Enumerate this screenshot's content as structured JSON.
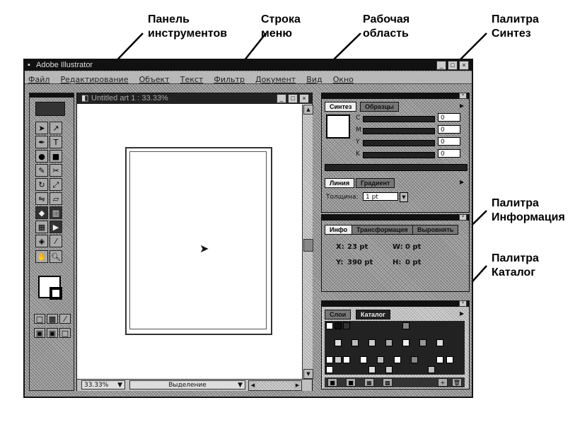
{
  "callouts": {
    "tools_panel": [
      "Панель",
      "инструментов"
    ],
    "menu_bar": [
      "Строка",
      "меню"
    ],
    "work_area": [
      "Рабочая",
      "область"
    ],
    "synthesis_palette": [
      "Палитра",
      "Синтез"
    ],
    "info_palette": [
      "Палитра",
      "Информация"
    ],
    "catalog_palette": [
      "Палитра",
      "Каталог"
    ]
  },
  "app": {
    "title": "Adobe Illustrator",
    "menu": [
      "Файл",
      "Редактирование",
      "Объект",
      "Текст",
      "Фильтр",
      "Документ",
      "Вид",
      "Окно"
    ]
  },
  "document": {
    "title": "Untitled art 1 : 33.33%",
    "zoom": "33.33%",
    "status": "Выделение"
  },
  "synthesis_panel": {
    "tabs": [
      "Синтез",
      "Образцы"
    ],
    "channels": [
      {
        "label": "C",
        "value": "0"
      },
      {
        "label": "M",
        "value": "0"
      },
      {
        "label": "Y",
        "value": "0"
      },
      {
        "label": "K",
        "value": "0"
      }
    ],
    "fill_color": "#ffffff"
  },
  "stroke_panel": {
    "tabs": [
      "Линия",
      "Градиент"
    ],
    "weight_label": "Толщина:",
    "weight_value": "1 pt"
  },
  "info_panel": {
    "tabs": [
      "Инфо",
      "Трансформация",
      "Выровнять"
    ],
    "x_label": "X:",
    "x_value": "23 pt",
    "y_label": "Y:",
    "y_value": "390 pt",
    "w_label": "W:",
    "w_value": "0 pt",
    "h_label": "H:",
    "h_value": "0 pt"
  },
  "catalog_panel": {
    "tabs": [
      "Слои",
      "Каталог"
    ]
  },
  "colors": {
    "titlebar": "#111111",
    "panel_dither": "#9a9a9a",
    "canvas": "#ffffff"
  }
}
